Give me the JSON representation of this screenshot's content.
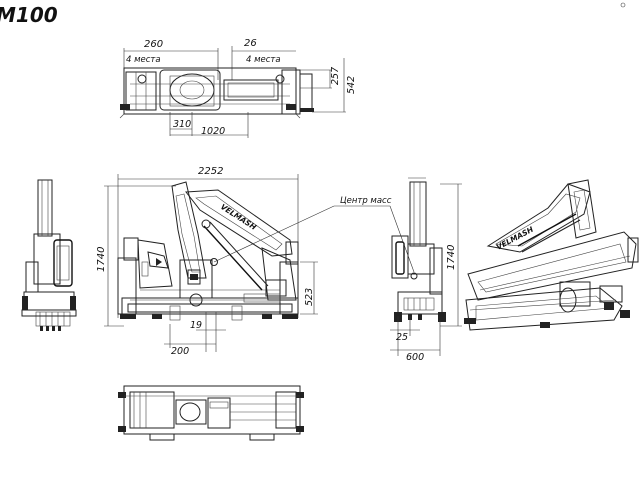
{
  "drawing": {
    "title": "М100",
    "dimensions": {
      "top_width_left": "260",
      "top_width_right": "26",
      "top_note_left": "4 места",
      "top_note_right": "4 места",
      "top_height_1": "257",
      "top_height_2": "542",
      "top_bottom_1": "310",
      "top_bottom_2": "1020",
      "side_length": "2252",
      "side_height": "1740",
      "side_523": "523",
      "side_19": "19",
      "side_200": "200",
      "center_mass_label": "Центр масс",
      "rear_height": "1740",
      "rear_25": "25",
      "rear_600": "600"
    },
    "boom_text_side": "VELMASH",
    "boom_text_iso": "VELMASH"
  }
}
